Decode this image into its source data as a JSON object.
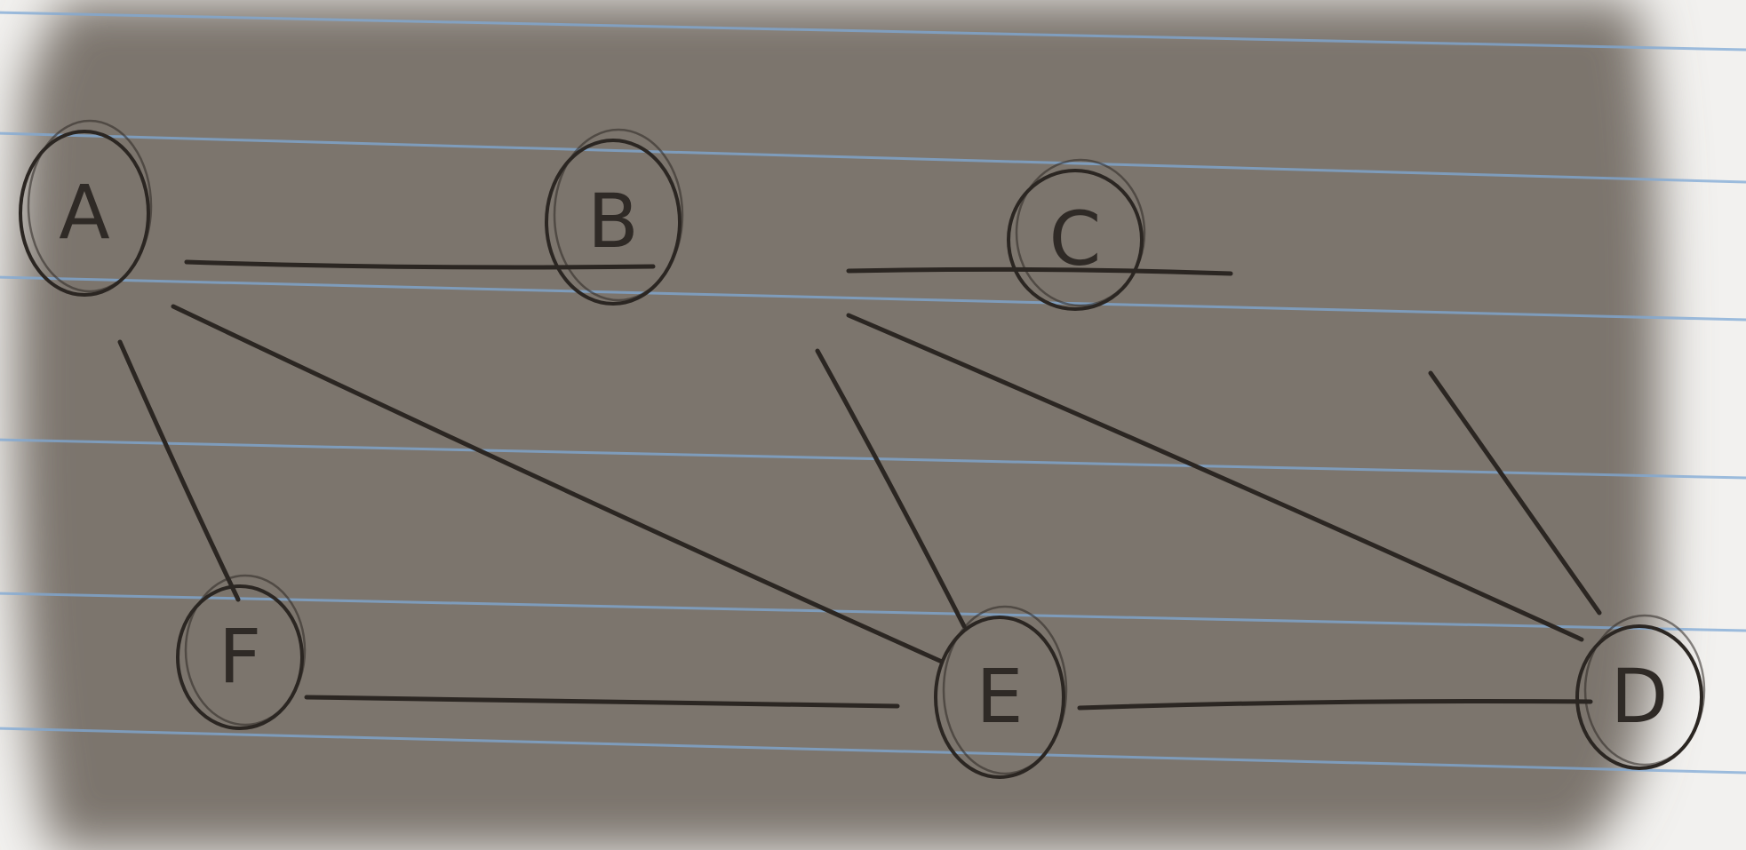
{
  "graph": {
    "nodes": [
      {
        "id": "A",
        "label": "A"
      },
      {
        "id": "B",
        "label": "B"
      },
      {
        "id": "C",
        "label": "C"
      },
      {
        "id": "F",
        "label": "F"
      },
      {
        "id": "E",
        "label": "E"
      },
      {
        "id": "D",
        "label": "D"
      }
    ],
    "edges": [
      {
        "from": "A",
        "to": "B"
      },
      {
        "from": "B",
        "to": "C"
      },
      {
        "from": "A",
        "to": "F"
      },
      {
        "from": "A",
        "to": "E"
      },
      {
        "from": "B",
        "to": "E"
      },
      {
        "from": "B",
        "to": "D"
      },
      {
        "from": "C",
        "to": "D"
      },
      {
        "from": "F",
        "to": "E"
      },
      {
        "from": "E",
        "to": "D"
      }
    ]
  },
  "colors": {
    "paper": "#f2f1ef",
    "shadow": "#7c746d",
    "ruled_line": "#7fa9d6",
    "ink": "#2b2622"
  }
}
